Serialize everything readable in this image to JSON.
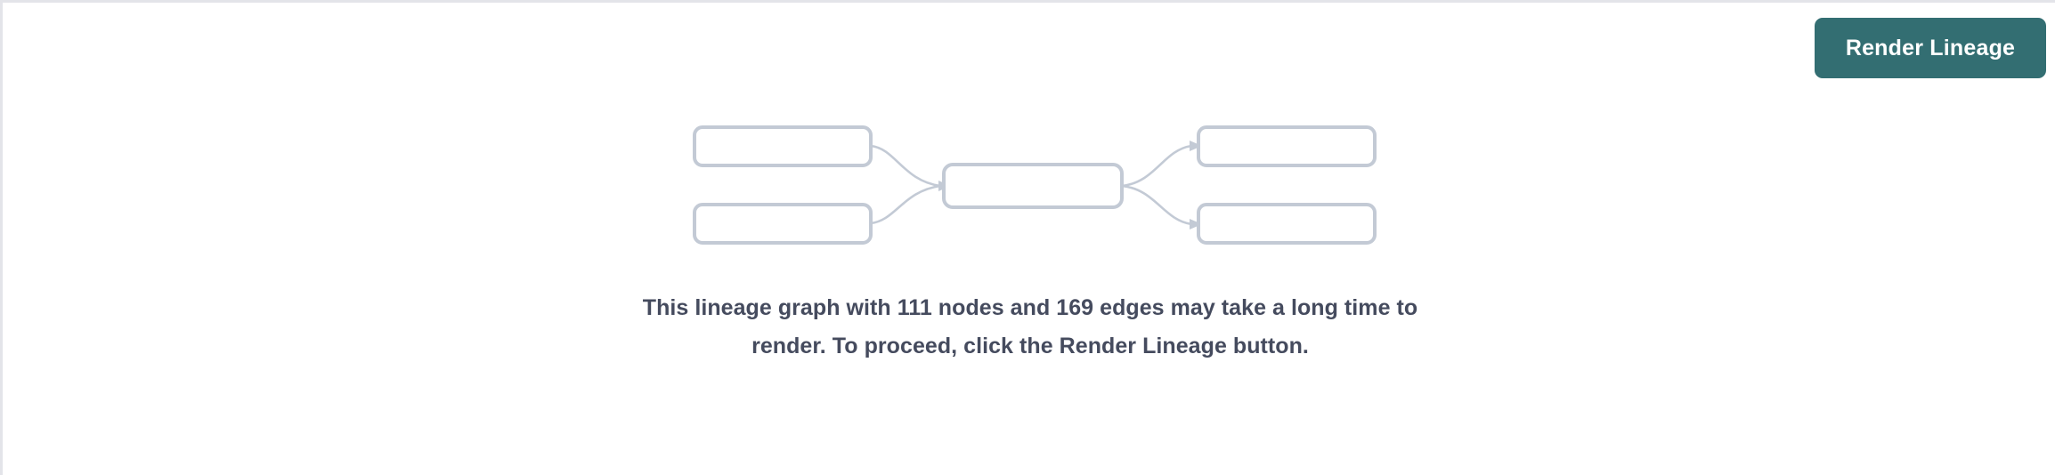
{
  "panel": {
    "background_color": "#ffffff",
    "border_color": "#e3e4e9"
  },
  "toolbar": {
    "render_button_label": "Render Lineage",
    "render_button_color": "#336e72",
    "render_button_text_color": "#ffffff"
  },
  "graph_placeholder": {
    "node_border_color": "#c3cad5",
    "edge_color": "#c3cad5",
    "nodes": [
      {
        "id": "upstream-1",
        "position": "left-top"
      },
      {
        "id": "upstream-2",
        "position": "left-bottom"
      },
      {
        "id": "center",
        "position": "center"
      },
      {
        "id": "downstream-1",
        "position": "right-top"
      },
      {
        "id": "downstream-2",
        "position": "right-bottom"
      }
    ],
    "edges": [
      {
        "from": "upstream-1",
        "to": "center"
      },
      {
        "from": "upstream-2",
        "to": "center"
      },
      {
        "from": "center",
        "to": "downstream-1"
      },
      {
        "from": "center",
        "to": "downstream-2"
      }
    ]
  },
  "message": {
    "text": "This lineage graph with 111 nodes and 169 edges may take a long time to render. To proceed, click the Render Lineage button.",
    "node_count": 111,
    "edge_count": 169,
    "text_color": "#454b5e"
  }
}
